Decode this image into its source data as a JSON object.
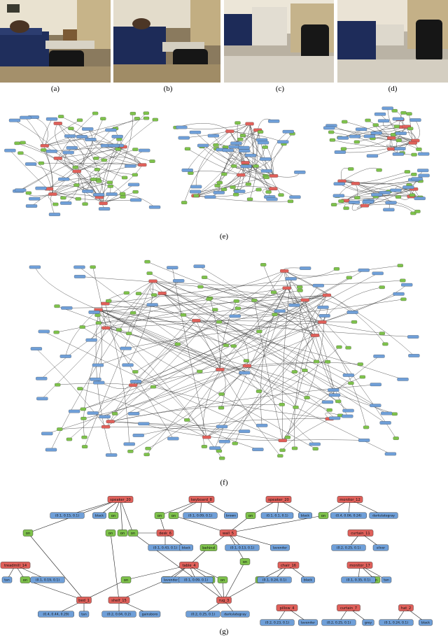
{
  "figure": {
    "subfigure_captions": [
      "(a)",
      "(b)",
      "(c)",
      "(d)",
      "(e)",
      "(f)",
      "(g)"
    ]
  },
  "scene_graph_g": {
    "node_colors": {
      "object": "#e0605a",
      "relation": "#7ec24b",
      "attribute": "#6f9fd8"
    },
    "objects": [
      {
        "id": "speaker_20",
        "label": "speaker_20"
      },
      {
        "id": "keyboard_8",
        "label": "keyboard_8"
      },
      {
        "id": "speaker_20b",
        "label": "speaker_20"
      },
      {
        "id": "monitor_12",
        "label": "monitor_12"
      },
      {
        "id": "desk_6",
        "label": "desk_6"
      },
      {
        "id": "wall_5",
        "label": "wall_5"
      },
      {
        "id": "curtain_11",
        "label": "curtain_11"
      },
      {
        "id": "treadmill_14",
        "label": "treadmill_14"
      },
      {
        "id": "table_4",
        "label": "table_4"
      },
      {
        "id": "chair_16",
        "label": "chair_16"
      },
      {
        "id": "monitor_17",
        "label": "monitor_17"
      },
      {
        "id": "bed_1",
        "label": "bed_1"
      },
      {
        "id": "shelf_15",
        "label": "shelf_15"
      },
      {
        "id": "rug_3",
        "label": "rug_3"
      },
      {
        "id": "pillow_4",
        "label": "pillow_4"
      },
      {
        "id": "curtain_7",
        "label": "curtain_7"
      },
      {
        "id": "hat_2",
        "label": "hat_2"
      }
    ],
    "relations": [
      {
        "id": "r1",
        "label": "on"
      },
      {
        "id": "r2",
        "label": "on"
      },
      {
        "id": "r3",
        "label": "on"
      },
      {
        "id": "r4",
        "label": "on"
      },
      {
        "id": "r5",
        "label": "on"
      },
      {
        "id": "r6",
        "label": "on"
      },
      {
        "id": "r7",
        "label": "on"
      },
      {
        "id": "r8",
        "label": "on"
      },
      {
        "id": "r9",
        "label": "on"
      },
      {
        "id": "r10",
        "label": "behind"
      },
      {
        "id": "r11",
        "label": "on"
      },
      {
        "id": "r12",
        "label": "on"
      },
      {
        "id": "r13",
        "label": "on"
      },
      {
        "id": "r14",
        "label": "on"
      },
      {
        "id": "r15",
        "label": "on"
      },
      {
        "id": "r16",
        "label": "on"
      },
      {
        "id": "r17",
        "label": "on"
      },
      {
        "id": "r18",
        "label": "on"
      }
    ],
    "attributes": [
      {
        "id": "a1",
        "label": "(0.1, 0.15, 0.1)"
      },
      {
        "id": "a2",
        "label": "black"
      },
      {
        "id": "a3",
        "label": "(0.1, 0.09, 0.1)"
      },
      {
        "id": "a4",
        "label": "brown"
      },
      {
        "id": "a5",
        "label": "(0.1, 0.1, 0.1)"
      },
      {
        "id": "a6",
        "label": "black"
      },
      {
        "id": "a7",
        "label": "(0.4, 0.06, 0.24)"
      },
      {
        "id": "a8",
        "label": "darkslategray"
      },
      {
        "id": "a9",
        "label": "(0.1, 0.43, 0.1)"
      },
      {
        "id": "a10",
        "label": "black"
      },
      {
        "id": "a11",
        "label": "(0.1, 0.13, 0.1)"
      },
      {
        "id": "a12",
        "label": "lavender"
      },
      {
        "id": "a13",
        "label": "(0.2, 0.25, 0.1)"
      },
      {
        "id": "a14",
        "label": "silver"
      },
      {
        "id": "a15",
        "label": "tan"
      },
      {
        "id": "a16",
        "label": "(0.1, 0.19, 0.1)"
      },
      {
        "id": "a17",
        "label": "lavender"
      },
      {
        "id": "a18",
        "label": "(0.1, 0.09, 0.1)"
      },
      {
        "id": "a19",
        "label": "(0.1, 0.24, 0.1)"
      },
      {
        "id": "a20",
        "label": "black"
      },
      {
        "id": "a21",
        "label": "(0.1, 0.35, 0.1)"
      },
      {
        "id": "a22",
        "label": "tan"
      },
      {
        "id": "a23",
        "label": "(0.4, 0.44, 0.29)"
      },
      {
        "id": "a24",
        "label": "tan"
      },
      {
        "id": "a25",
        "label": "(0.2, 0.04, 0.2)"
      },
      {
        "id": "a26",
        "label": "gainsboro"
      },
      {
        "id": "a27",
        "label": "(0.2, 0.25, 0.1)"
      },
      {
        "id": "a28",
        "label": "darkslategray"
      },
      {
        "id": "a29",
        "label": "(0.2, 0.23, 0.1)"
      },
      {
        "id": "a30",
        "label": "lavender"
      },
      {
        "id": "a31",
        "label": "(0.2, 0.25, 0.1)"
      },
      {
        "id": "a32",
        "label": "grey"
      },
      {
        "id": "a33",
        "label": "(0.1, 0.24, 0.1)"
      },
      {
        "id": "a34",
        "label": "black"
      }
    ]
  }
}
